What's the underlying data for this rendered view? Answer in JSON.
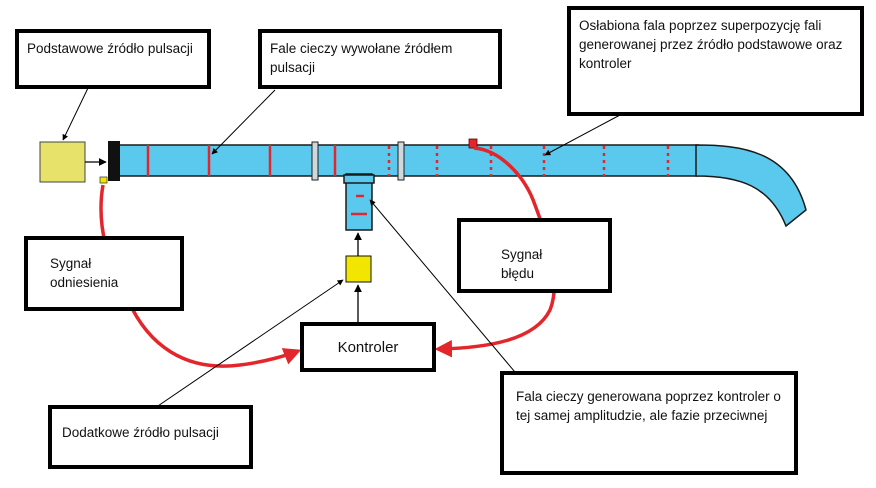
{
  "labels": {
    "podstawowe_zrodlo": "Podstawowe źródło pulsacji",
    "fale_cieczy": "Fale cieczy wywołane źródłem pulsacji",
    "oslabiona_fala": "Osłabiona fala poprzez superpozycję fali generowanej przez źródło podstawowe oraz kontroler",
    "sygnal_odniesienia": "Sygnał odniesienia",
    "sygnal_bledu": "Sygnał błędu",
    "kontroler": "Kontroler",
    "fala_generowana": "Fala cieczy generowana poprzez kontroler o tej samej amplitudzie, ale fazie przeciwnej",
    "dodatkowe_zrodlo": "Dodatkowe źródło pulsacji"
  },
  "colors": {
    "pipe": "#5bc8ee",
    "source": "#e6e26a",
    "secondary_source": "#f2e600",
    "signal": "#e3262b",
    "border": "#000000"
  }
}
